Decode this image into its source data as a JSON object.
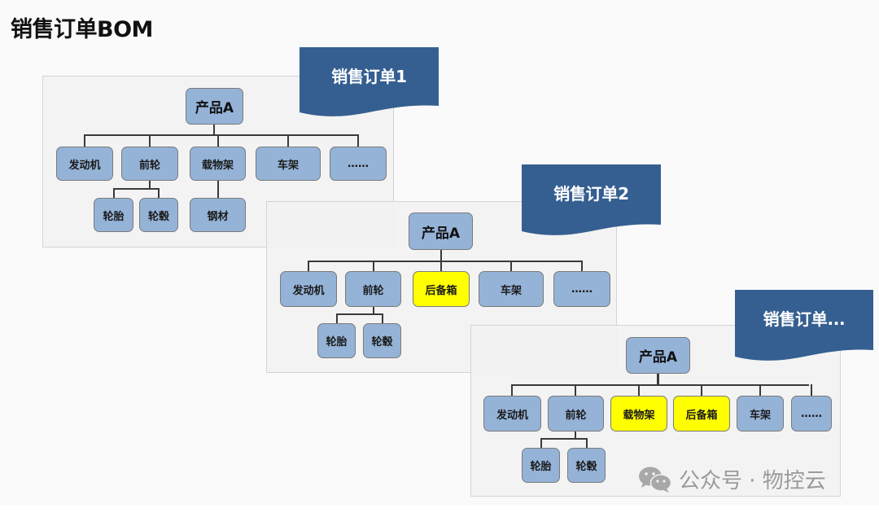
{
  "title": "销售订单BOM",
  "colors": {
    "banner": "#355f91",
    "node": "#95b3d7",
    "node_highlight": "#ffff00",
    "panel": "#f2f2f2"
  },
  "orders": [
    {
      "banner": "销售订单1",
      "root": "产品A",
      "children": [
        {
          "label": "发动机",
          "highlight": false,
          "children": []
        },
        {
          "label": "前轮",
          "highlight": false,
          "children": [
            {
              "label": "轮胎"
            },
            {
              "label": "轮毂"
            }
          ]
        },
        {
          "label": "载物架",
          "highlight": false,
          "children": [
            {
              "label": "钢材"
            }
          ]
        },
        {
          "label": "车架",
          "highlight": false,
          "children": []
        },
        {
          "label": "……",
          "highlight": false,
          "children": []
        }
      ]
    },
    {
      "banner": "销售订单2",
      "root": "产品A",
      "children": [
        {
          "label": "发动机",
          "highlight": false,
          "children": []
        },
        {
          "label": "前轮",
          "highlight": false,
          "children": [
            {
              "label": "轮胎"
            },
            {
              "label": "轮毂"
            }
          ]
        },
        {
          "label": "后备箱",
          "highlight": true,
          "children": []
        },
        {
          "label": "车架",
          "highlight": false,
          "children": []
        },
        {
          "label": "……",
          "highlight": false,
          "children": []
        }
      ]
    },
    {
      "banner": "销售订单...",
      "root": "产品A",
      "children": [
        {
          "label": "发动机",
          "highlight": false,
          "children": []
        },
        {
          "label": "前轮",
          "highlight": false,
          "children": [
            {
              "label": "轮胎"
            },
            {
              "label": "轮毂"
            }
          ]
        },
        {
          "label": "载物架",
          "highlight": true,
          "children": []
        },
        {
          "label": "后备箱",
          "highlight": true,
          "children": []
        },
        {
          "label": "车架",
          "highlight": false,
          "children": []
        },
        {
          "label": "……",
          "highlight": false,
          "children": []
        }
      ]
    }
  ],
  "watermark": {
    "icon": "wechat-icon",
    "text": "公众号 · 物控云"
  }
}
